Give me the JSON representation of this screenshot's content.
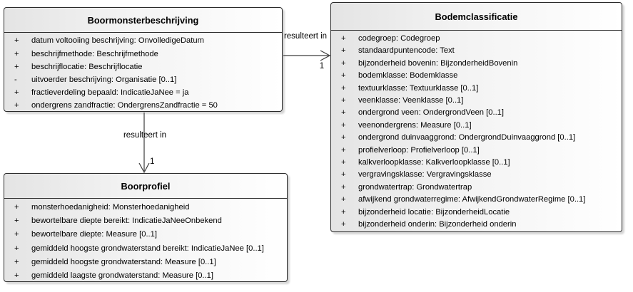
{
  "diagram_type": "uml-class-diagram",
  "classes": {
    "boormonsterbeschrijving": {
      "title": "Boormonsterbeschrijving",
      "attrs": [
        {
          "vis": "+",
          "text": "datum voltooiing beschrijving: OnvolledigeDatum"
        },
        {
          "vis": "+",
          "text": "beschrijfmethode: Beschrijfmethode"
        },
        {
          "vis": "+",
          "text": "beschrijflocatie: Beschrijflocatie"
        },
        {
          "vis": "-",
          "text": "uitvoerder beschrijving: Organisatie [0..1]"
        },
        {
          "vis": "+",
          "text": "fractieverdeling bepaald: IndicatieJaNee = ja"
        },
        {
          "vis": "+",
          "text": "ondergrens zandfractie: OndergrensZandfractie = 50"
        }
      ]
    },
    "bodemclassificatie": {
      "title": "Bodemclassificatie",
      "attrs": [
        {
          "vis": "+",
          "text": "codegroep: Codegroep"
        },
        {
          "vis": "+",
          "text": "standaardpuntencode: Text"
        },
        {
          "vis": "+",
          "text": "bijzonderheid bovenin: BijzonderheidBovenin"
        },
        {
          "vis": "+",
          "text": "bodemklasse: Bodemklasse"
        },
        {
          "vis": "+",
          "text": "textuurklasse: Textuurklasse [0..1]"
        },
        {
          "vis": "+",
          "text": "veenklasse: Veenklasse [0..1]"
        },
        {
          "vis": "+",
          "text": "ondergrond veen: OndergrondVeen [0..1]"
        },
        {
          "vis": "+",
          "text": "veenondergrens: Measure [0..1]"
        },
        {
          "vis": "+",
          "text": "ondergrond duinvaaggrond: OndergrondDuinvaaggrond [0..1]"
        },
        {
          "vis": "+",
          "text": "profielverloop: Profielverloop [0..1]"
        },
        {
          "vis": "+",
          "text": "kalkverloopklasse: Kalkverloopklasse [0..1]"
        },
        {
          "vis": "+",
          "text": "vergravingsklasse: Vergravingsklasse"
        },
        {
          "vis": "+",
          "text": "grondwatertrap: Grondwatertrap"
        },
        {
          "vis": "+",
          "text": "afwijkend grondwaterregime: AfwijkendGrondwaterRegime [0..1]"
        },
        {
          "vis": "+",
          "text": "bijzonderheid locatie: BijzonderheidLocatie"
        },
        {
          "vis": "+",
          "text": "bijzonderheid onderin: Bijzonderheid onderin"
        }
      ]
    },
    "boorprofiel": {
      "title": "Boorprofiel",
      "attrs": [
        {
          "vis": "+",
          "text": "monsterhoedanigheid: Monsterhoedanigheid"
        },
        {
          "vis": "+",
          "text": "bewortelbare diepte bereikt: IndicatieJaNeeOnbekend"
        },
        {
          "vis": "+",
          "text": "bewortelbare diepte: Measure [0..1]"
        },
        {
          "vis": "+",
          "text": "gemiddeld hoogste grondwaterstand bereikt: IndicatieJaNee [0..1]"
        },
        {
          "vis": "+",
          "text": "gemiddeld hoogste grondwaterstand: Measure [0..1]"
        },
        {
          "vis": "+",
          "text": "gemiddeld laagste grondwaterstand: Measure [0..1]"
        }
      ]
    }
  },
  "relations": {
    "to_bodemclassificatie": {
      "source": "Boormonsterbeschrijving",
      "target": "Bodemclassificatie",
      "label": "resulteert in",
      "multiplicity": "1"
    },
    "to_boorprofiel": {
      "source": "Boormonsterbeschrijving",
      "target": "Boorprofiel",
      "label": "resulteert in",
      "multiplicity": "1"
    }
  },
  "colors": {
    "box_fill_left": "#e4e4e4",
    "box_fill_right": "#ffffff",
    "border": "#2a2a2a",
    "shadow": "#d7d7d7",
    "text": "#000000"
  }
}
